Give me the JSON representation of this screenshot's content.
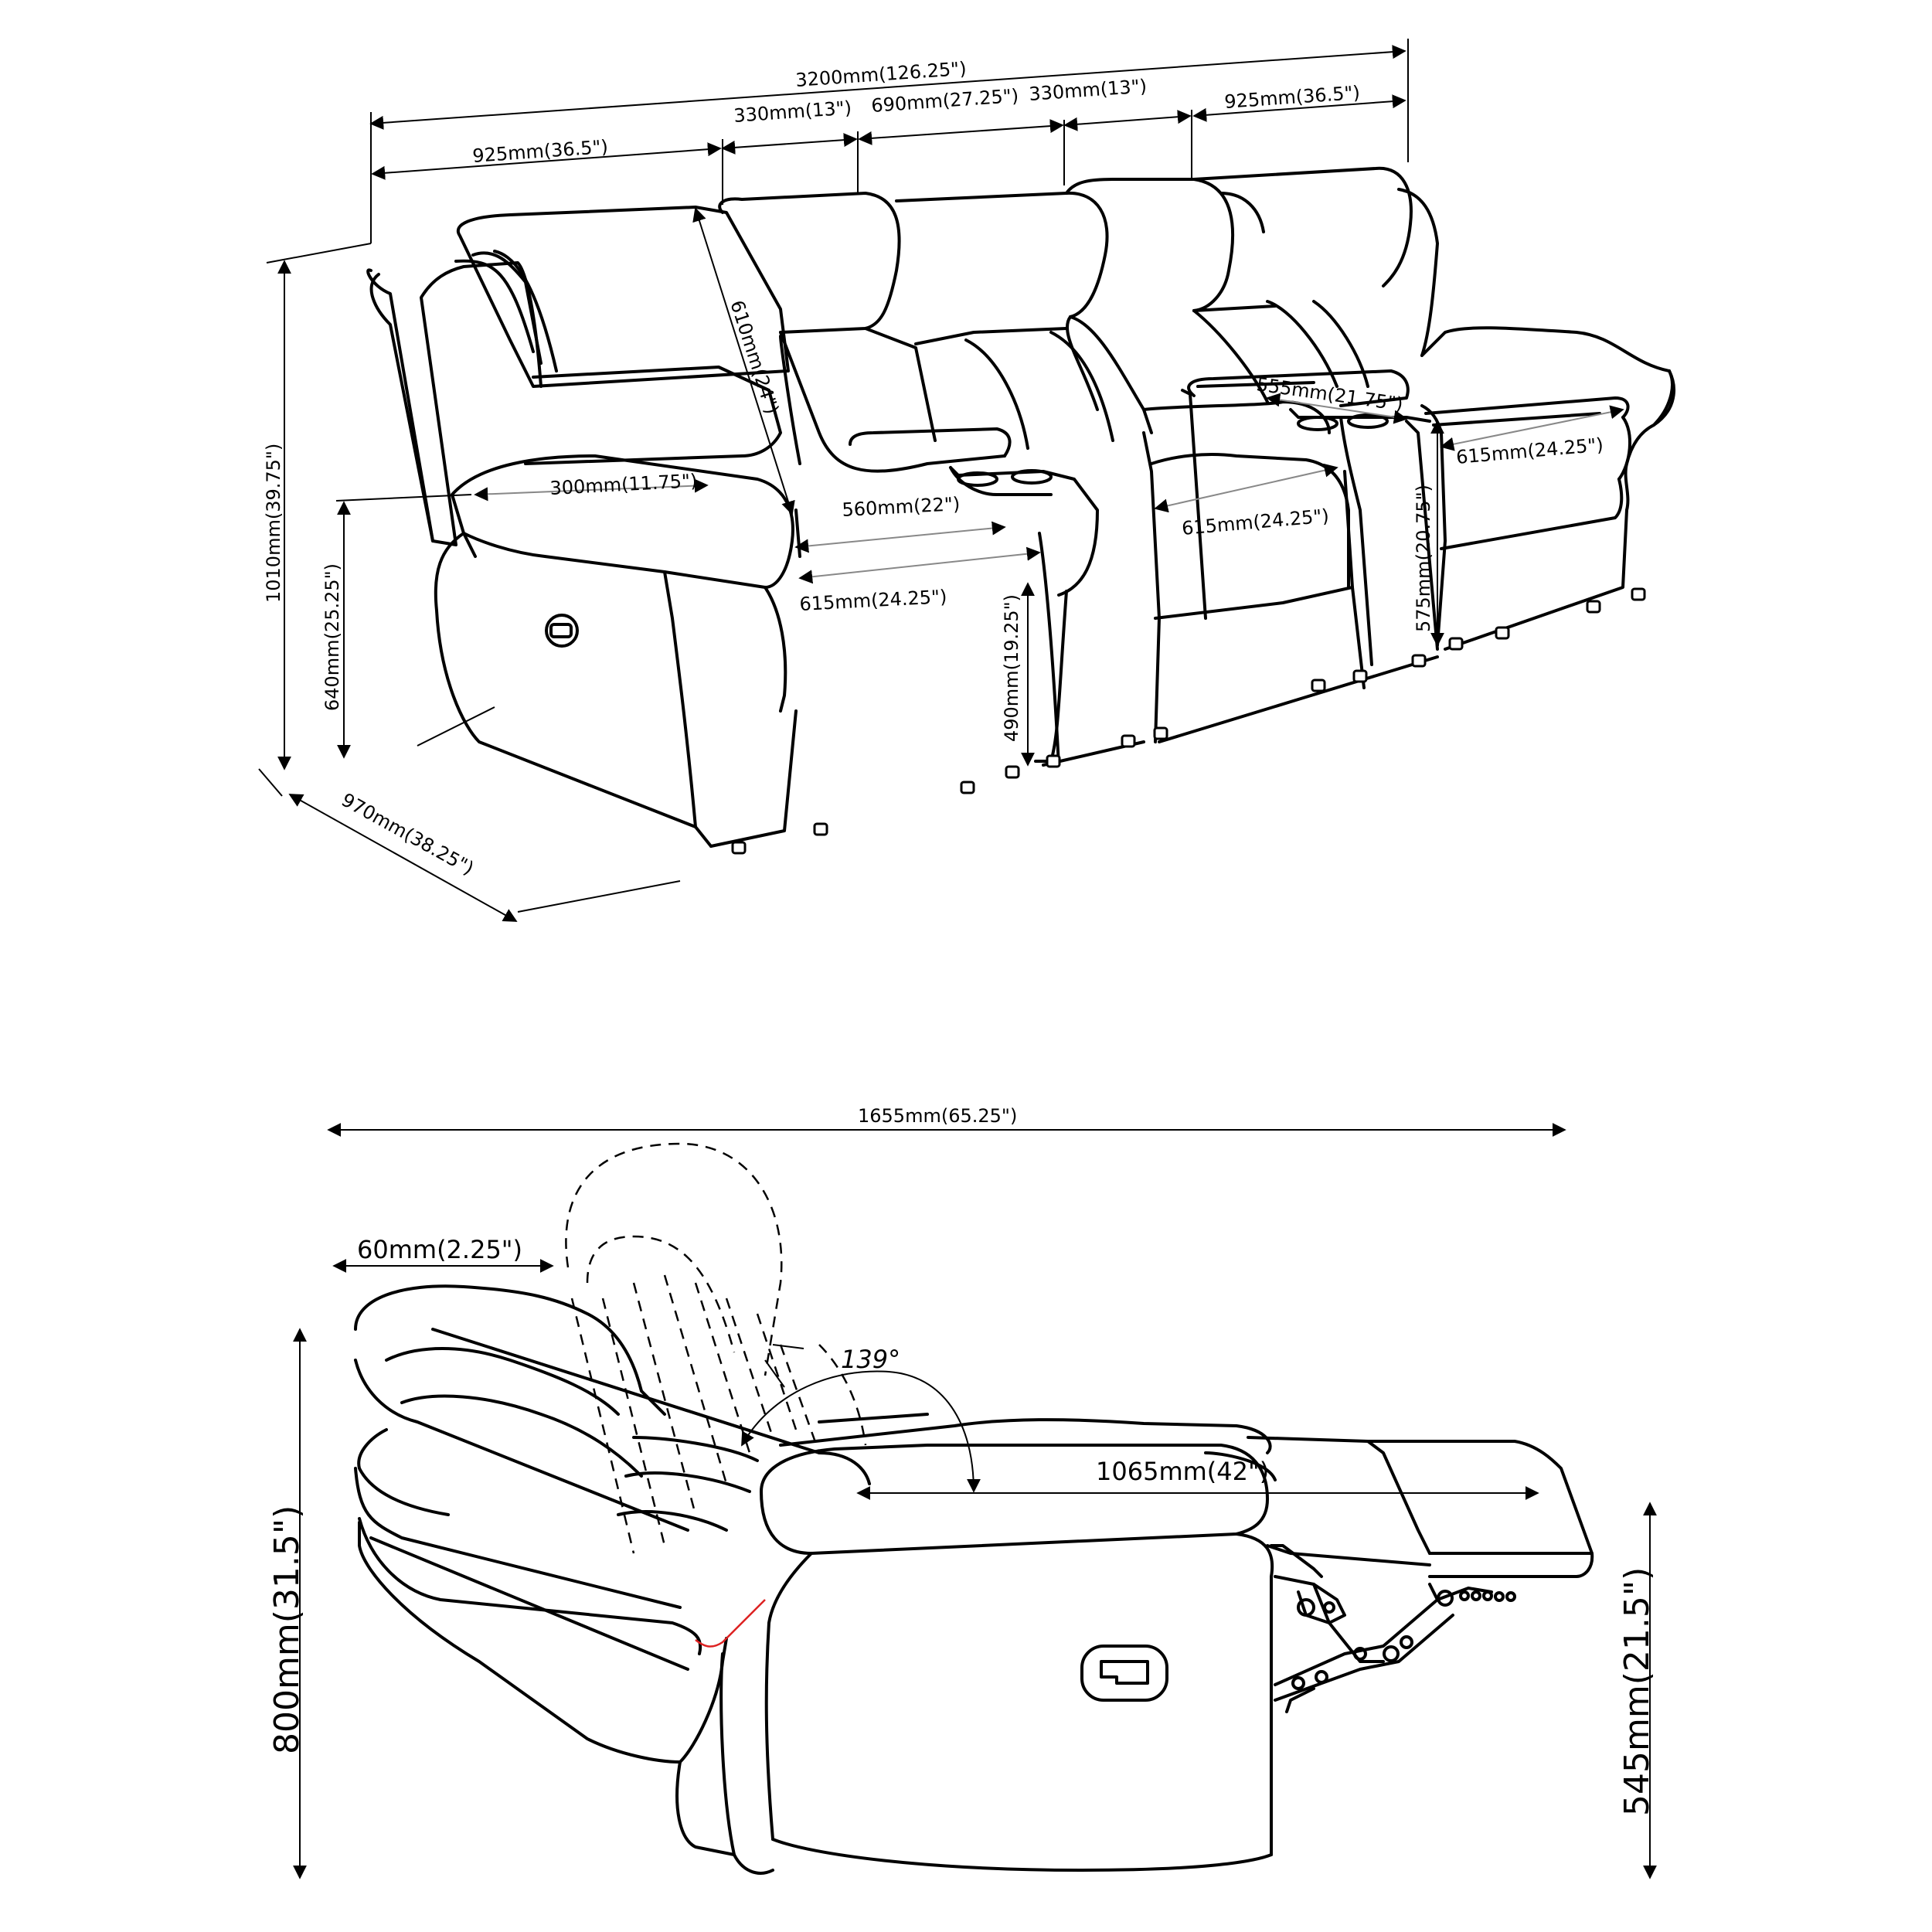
{
  "top_view": {
    "overall_width": "3200mm(126.25\")",
    "seat_width_left": "925mm(36.5\")",
    "console_left_width": "330mm(13\")",
    "middle_seat_width": "690mm(27.25\")",
    "console_right_width": "330mm(13\")",
    "seat_width_right": "925mm(36.5\")",
    "overall_height": "1010mm(39.75\")",
    "arm_height": "640mm(25.25\")",
    "depth": "970mm(38.25\")",
    "back_height": "610mm(24\")",
    "arm_width": "300mm(11.75\")",
    "seat_depth_left": "560mm(22\")",
    "seat_width_1": "615mm(24.25\")",
    "seat_width_2": "615mm(24.25\")",
    "seat_width_3": "615mm(24.25\")",
    "seat_height": "490mm(19.25\")",
    "console_depth": "555mm(21.75\")",
    "console_height": "575mm(20.75\")"
  },
  "side_view": {
    "reclined_length": "1655mm(65.25\")",
    "wall_clearance": "60mm(2.25\")",
    "recline_angle": "139°",
    "seat_to_footrest": "1065mm(42\")",
    "height": "800mm(31.5\")",
    "reclined_height": "545mm(21.5\")"
  }
}
